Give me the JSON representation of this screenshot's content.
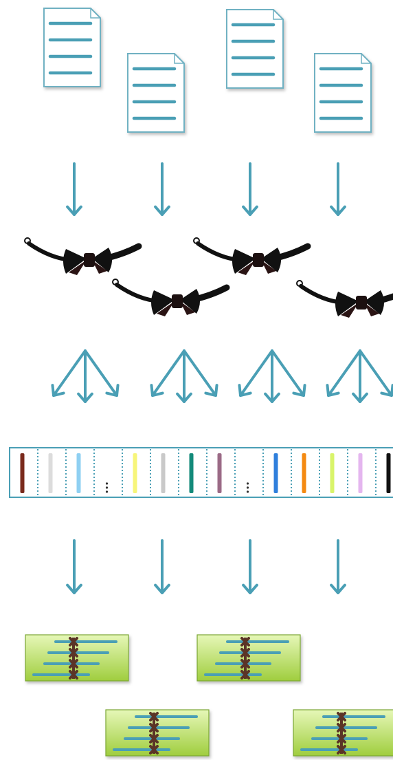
{
  "colors": {
    "accent": "#4a9fb5",
    "doc_fill": "#ffffff",
    "doc_border": "#6fb1c2",
    "bow_tie": "#111111",
    "bin_separator": "#4a9fb5",
    "box_green_top": "#e6f7b8",
    "box_green_bottom": "#9fcd3e",
    "marker": "#5b3427"
  },
  "documents": [
    {
      "name": "document-1",
      "icon": "document-icon"
    },
    {
      "name": "document-2",
      "icon": "document-icon"
    },
    {
      "name": "document-3",
      "icon": "document-icon"
    },
    {
      "name": "document-4",
      "icon": "document-icon"
    }
  ],
  "bow_ties": [
    {
      "name": "bow-tie-1",
      "icon": "bow-tie-icon"
    },
    {
      "name": "bow-tie-2",
      "icon": "bow-tie-icon"
    },
    {
      "name": "bow-tie-3",
      "icon": "bow-tie-icon"
    },
    {
      "name": "bow-tie-4",
      "icon": "bow-tie-icon"
    }
  ],
  "bins": [
    {
      "color": "#7a2a1c"
    },
    {
      "color": "#dcdcdc"
    },
    {
      "color": "#8fd0f2"
    },
    {
      "color": "",
      "dots": true
    },
    {
      "color": "#f7f57a"
    },
    {
      "color": "#c9c9c9"
    },
    {
      "color": "#138a7a"
    },
    {
      "color": "#9b6a86"
    },
    {
      "color": "",
      "dots": true
    },
    {
      "color": "#2f7fdc"
    },
    {
      "color": "#f48a12"
    },
    {
      "color": "#d9f46a"
    },
    {
      "color": "#e4b6ef"
    },
    {
      "color": "#111111"
    }
  ],
  "result_boxes": [
    {
      "name": "result-box-1",
      "icon": "alignment-icon"
    },
    {
      "name": "result-box-2",
      "icon": "alignment-icon"
    },
    {
      "name": "result-box-3",
      "icon": "alignment-icon"
    },
    {
      "name": "result-box-4",
      "icon": "alignment-icon"
    }
  ]
}
